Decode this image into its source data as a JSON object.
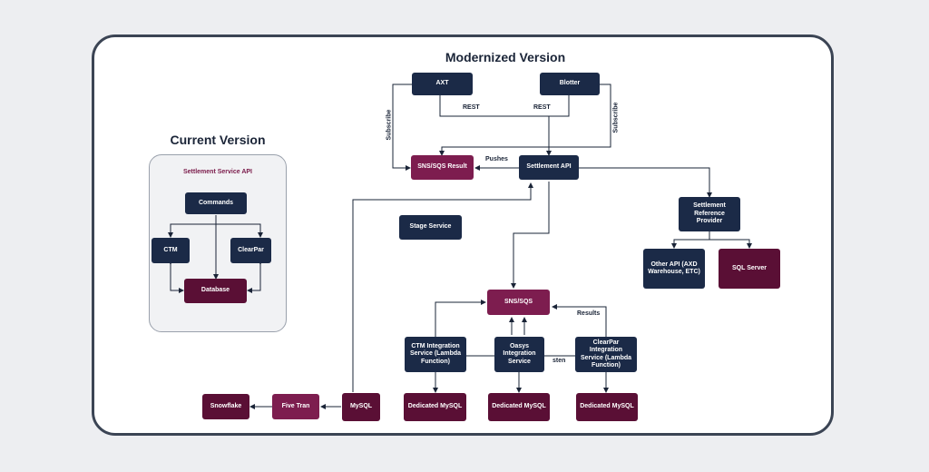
{
  "headings": {
    "modernized": "Modernized Version",
    "current": "Current Version"
  },
  "current": {
    "panel_title": "Settlement Service API",
    "commands": "Commands",
    "ctm": "CTM",
    "clearpar": "ClearPar",
    "database": "Database"
  },
  "modern": {
    "axt": "AXT",
    "blotter": "Blotter",
    "sns_result": "SNS/SQS Result",
    "settlement_api": "Settlement API",
    "stage_service": "Stage Service",
    "ref_provider": "Settlement Reference Provider",
    "other_api": "Other API (AXD Warehouse, ETC)",
    "sql_server": "SQL Server",
    "sns_sqs": "SNS/SQS",
    "ctm_integration": "CTM Integration Service (Lambda Function)",
    "oasys_integration": "Oasys Integration Service",
    "clearpar_integration": "ClearPar Integration Service (Lambda Function)",
    "dedicated_mysql_1": "Dedicated MySQL",
    "dedicated_mysql_2": "Dedicated MySQL",
    "dedicated_mysql_3": "Dedicated MySQL",
    "mysql": "MySQL",
    "five_tran": "Five Tran",
    "snowflake": "Snowflake"
  },
  "labels": {
    "rest_1": "REST",
    "rest_2": "REST",
    "subscribe_left": "Subscribe",
    "subscribe_right": "Subscribe",
    "pushes": "Pushes",
    "results": "Results",
    "listen": "sten"
  },
  "colors": {
    "navy": "#1b2a47",
    "maroon": "#5a0f35",
    "magenta": "#7d1d4f",
    "frame_border": "#3b4454"
  }
}
